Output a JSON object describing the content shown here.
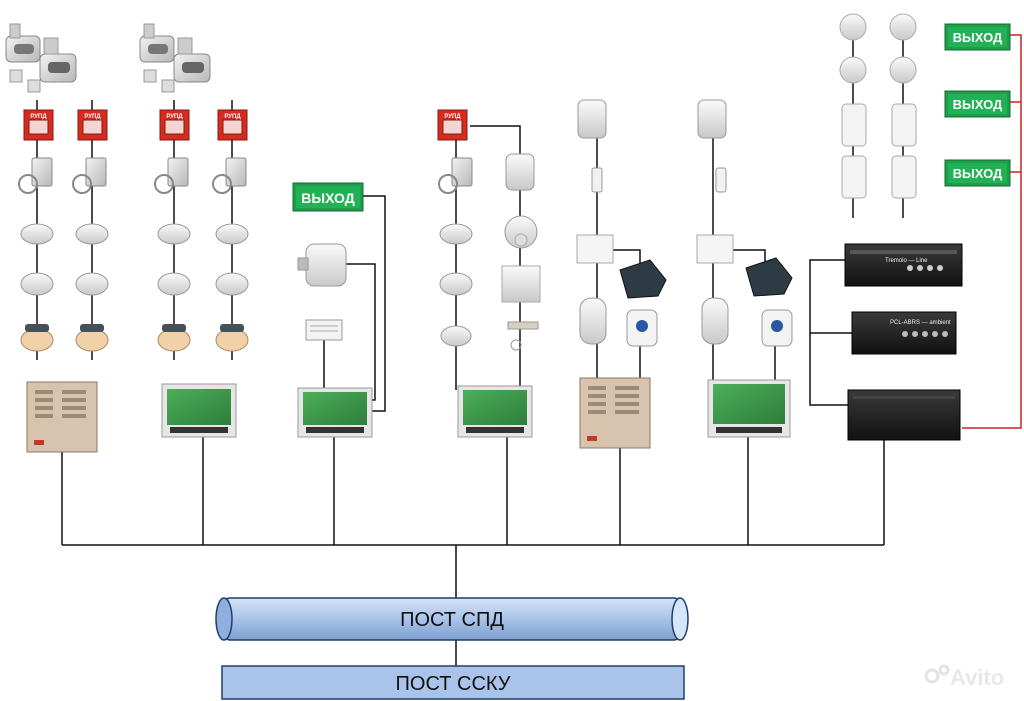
{
  "exit_sign_text": "ВЫХОД",
  "manual_call_point_text": "РУПД",
  "bus_post_spd": "ПОСТ СПД",
  "bus_post_ssku": "ПОСТ ССКУ",
  "amplifier_label_top": "Tremolo — Line",
  "amplifier_label_mid": "PCL-ABRS — ambient",
  "watermark": "Avito",
  "colors": {
    "wire": "#111111",
    "speaker_wire": "#cc2222",
    "bus_fill": "#a9c3ea",
    "exit_green": "#1e9e4a",
    "call_point_red": "#d62b1f"
  }
}
